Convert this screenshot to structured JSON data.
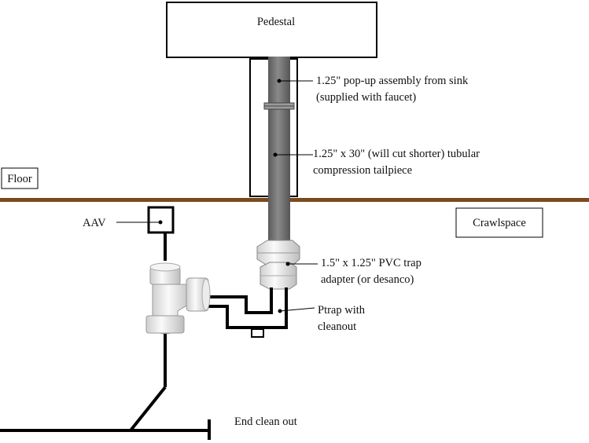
{
  "pedestal": {
    "label": "Pedestal"
  },
  "floor": {
    "label": "Floor"
  },
  "crawlspace": {
    "label": "Crawlspace"
  },
  "aav": {
    "label": "AAV"
  },
  "popup_assembly": {
    "line1": "1.25\" pop-up assembly from sink",
    "line2": "(supplied with faucet)"
  },
  "tailpiece": {
    "line1": "1.25\" x 30\" (will cut shorter) tubular",
    "line2": "compression tailpiece"
  },
  "trap_adapter": {
    "line1": "1.5\" x 1.25\" PVC trap",
    "line2": "adapter (or desanco)"
  },
  "ptrap": {
    "line1": "Ptrap with",
    "line2": "cleanout"
  },
  "end_cleanout": {
    "label": "End clean out"
  },
  "colors": {
    "floor_line": "#7a4a1e",
    "pipe": "#6e6e6e",
    "pvc": "#e8e8e8",
    "adapter_ring": "#4da6e0"
  }
}
